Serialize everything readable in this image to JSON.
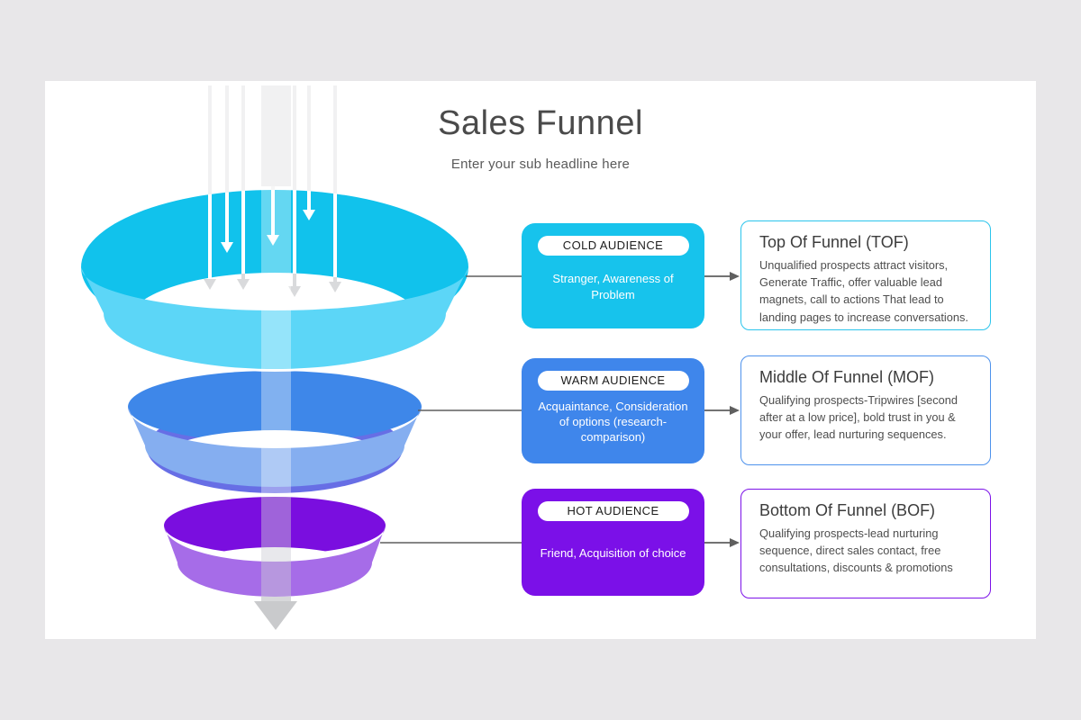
{
  "header": {
    "title": "Sales Funnel",
    "subtitle": "Enter your sub headline here"
  },
  "funnel": {
    "tiers": [
      {
        "name": "top-tier",
        "dark": "#11C2EC",
        "light": "#5CD6F7"
      },
      {
        "name": "middle-tier",
        "dark": "#3E87E9",
        "light": "#85AEF0",
        "rim": "#4C55E0"
      },
      {
        "name": "bottom-tier",
        "dark": "#7A0EDF",
        "light": "#A66CE8"
      }
    ]
  },
  "stages": [
    {
      "pill": "COLD AUDIENCE",
      "description": "Stranger, Awareness of Problem",
      "box_color": "#17C3EC",
      "card_title": "Top Of Funnel (TOF)",
      "card_body": "Unqualified prospects attract visitors, Generate Traffic, offer valuable lead magnets, call to actions That lead to landing pages to increase conversations.",
      "card_border": "#2BC4EC"
    },
    {
      "pill": "WARM AUDIENCE",
      "description": "Acquaintance, Consideration of options (research-comparison)",
      "box_color": "#3F86EB",
      "card_title": "Middle Of Funnel (MOF)",
      "card_body": "Qualifying prospects-Tripwires [second after at a low price], bold trust in you & your offer, lead nurturing sequences.",
      "card_border": "#4E92EC"
    },
    {
      "pill": "HOT AUDIENCE",
      "description": "Friend, Acquisition of choice",
      "box_color": "#7B10E8",
      "card_title": "Bottom Of Funnel (BOF)",
      "card_body": "Qualifying prospects-lead nurturing sequence, direct sales contact, free consultations, discounts & promotions",
      "card_border": "#7C12E8"
    }
  ]
}
